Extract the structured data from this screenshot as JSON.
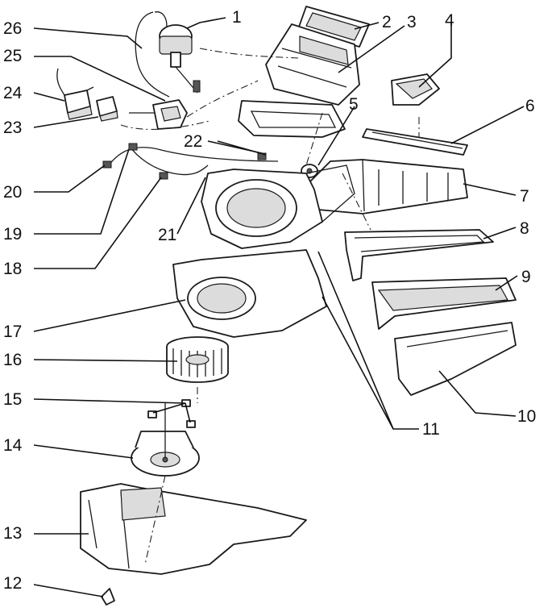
{
  "labels": [
    "1",
    "2",
    "3",
    "4",
    "5",
    "6",
    "7",
    "8",
    "9",
    "10",
    "11",
    "12",
    "13",
    "14",
    "15",
    "16",
    "17",
    "18",
    "19",
    "20",
    "21",
    "22",
    "23",
    "24",
    "25",
    "26"
  ]
}
